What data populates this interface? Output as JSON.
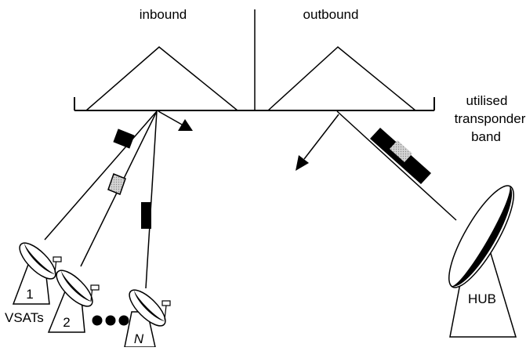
{
  "labels": {
    "inbound": "inbound",
    "outbound": "outbound",
    "band_line1": "utilised",
    "band_line2": "transponder",
    "band_line3": "band",
    "vsats": "VSATs",
    "vsat_1": "1",
    "vsat_2": "2",
    "vsat_n": "N",
    "hub": "HUB"
  },
  "colors": {
    "stroke": "#000000",
    "packet_solid": "#000000",
    "packet_shaded": "#c8c8c8",
    "background": "#ffffff"
  }
}
